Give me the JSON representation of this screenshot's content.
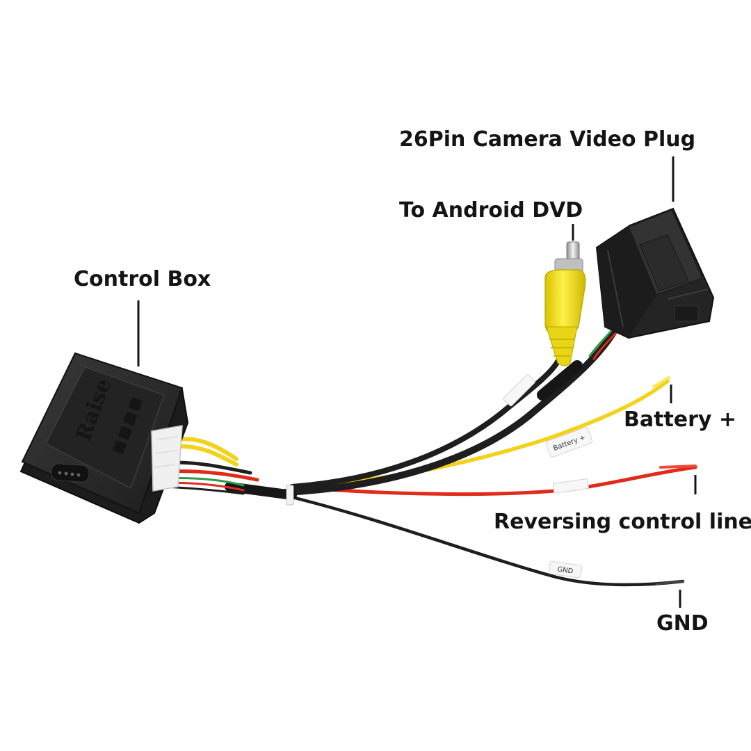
{
  "callouts": {
    "camera_plug": "26Pin Camera Video Plug",
    "android_dvd": "To Android DVD",
    "control_box": "Control Box",
    "battery": "Battery +",
    "reversing": "Reversing control line",
    "gnd": "GND"
  },
  "wire_tags": {
    "battery_tag": "Battery +",
    "gnd_tag": "GND"
  },
  "control_box": {
    "brand": "Raise"
  },
  "colors": {
    "cable_black": "#1e1e1e",
    "wire_yellow": "#f2d21a",
    "wire_red": "#e02a1a",
    "wire_green": "#2e9a4a",
    "rca_yellow": "#f4e21a",
    "box_black": "#262626"
  }
}
